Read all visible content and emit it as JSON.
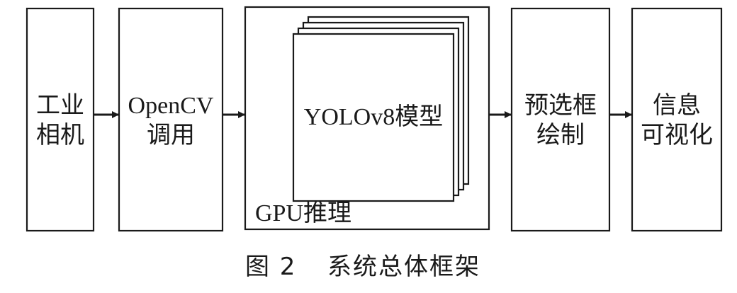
{
  "boxes": {
    "camera": {
      "line1": "工业",
      "line2": "相机"
    },
    "opencv": {
      "line1": "OpenCV",
      "line2": "调用"
    },
    "gpu": {
      "label": "GPU推理",
      "model_label": "YOLOv8模型"
    },
    "bbox": {
      "line1": "预选框",
      "line2": "绘制"
    },
    "viz": {
      "line1": "信息",
      "line2": "可视化"
    }
  },
  "caption": {
    "number": "图 2",
    "title": "系统总体框架"
  }
}
